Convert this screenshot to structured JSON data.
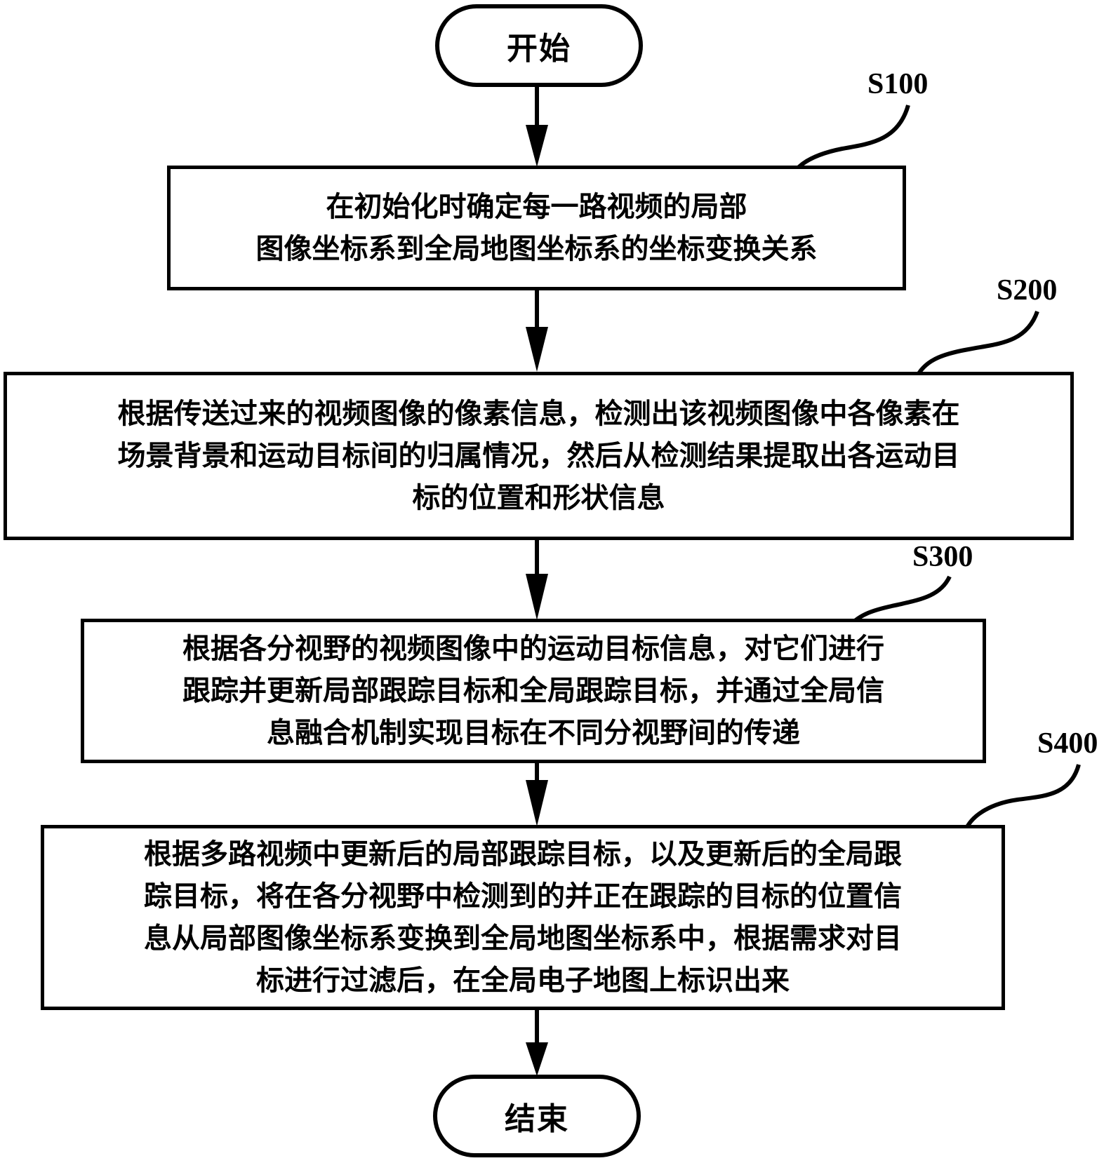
{
  "diagram": {
    "type": "flowchart",
    "start": {
      "label": "开始"
    },
    "end": {
      "label": "结束"
    },
    "steps": [
      {
        "id": "S100",
        "lines": [
          "在初始化时确定每一路视频的局部",
          "图像坐标系到全局地图坐标系的坐标变换关系"
        ]
      },
      {
        "id": "S200",
        "lines": [
          "根据传送过来的视频图像的像素信息，检测出该视频图像中各像素在",
          "场景背景和运动目标间的归属情况，然后从检测结果提取出各运动目",
          "标的位置和形状信息"
        ]
      },
      {
        "id": "S300",
        "lines": [
          "根据各分视野的视频图像中的运动目标信息，对它们进行",
          "跟踪并更新局部跟踪目标和全局跟踪目标，并通过全局信",
          "息融合机制实现目标在不同分视野间的传递"
        ]
      },
      {
        "id": "S400",
        "lines": [
          "根据多路视频中更新后的局部跟踪目标，以及更新后的全局跟",
          "踪目标，将在各分视野中检测到的并正在跟踪的目标的位置信",
          "息从局部图像坐标系变换到全局地图坐标系中，根据需求对目",
          "标进行过滤后，在全局电子地图上标识出来"
        ]
      }
    ],
    "colors": {
      "stroke": "#000000",
      "background": "#ffffff",
      "text": "#000000"
    }
  }
}
